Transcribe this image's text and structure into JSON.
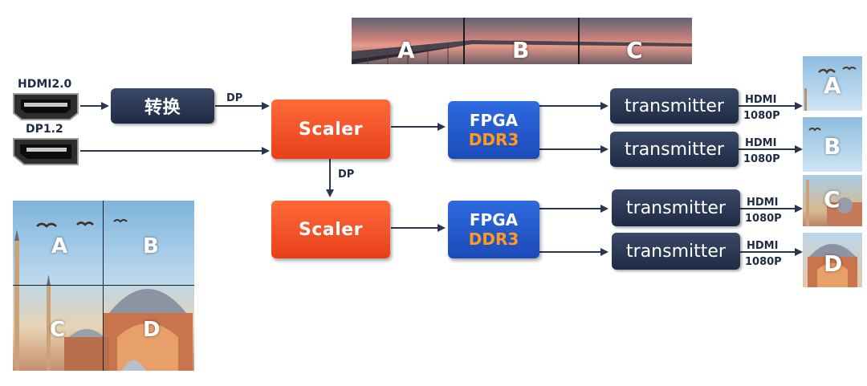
{
  "inputs": {
    "hdmi_label": "HDMI2.0",
    "dp_label": "DP1.2"
  },
  "converter": {
    "label": "转换"
  },
  "signals": {
    "dp_to_scaler": "DP",
    "dp_between_scalers": "DP",
    "out_hdmi": "HDMI",
    "out_res": "1080P"
  },
  "scalers": [
    {
      "label": "Scaler"
    },
    {
      "label": "Scaler"
    }
  ],
  "fpgas": [
    {
      "line1": "FPGA",
      "line2": "DDR3"
    },
    {
      "line1": "FPGA",
      "line2": "DDR3"
    }
  ],
  "transmitters": [
    {
      "label": "transmitter"
    },
    {
      "label": "transmitter"
    },
    {
      "label": "transmitter"
    },
    {
      "label": "transmitter"
    }
  ],
  "top_strip": {
    "labels": [
      "A",
      "B",
      "C"
    ]
  },
  "output_tiles": {
    "labels": [
      "A",
      "B",
      "C",
      "D"
    ]
  },
  "quad_image": {
    "labels": [
      "A",
      "B",
      "C",
      "D"
    ]
  },
  "colors": {
    "navy": "#1f2b44",
    "scaler_red": "#e8401a",
    "fpga_blue": "#1b4bb8",
    "ddr_orange": "#ff9a1f",
    "arrow": "#2a3552"
  }
}
